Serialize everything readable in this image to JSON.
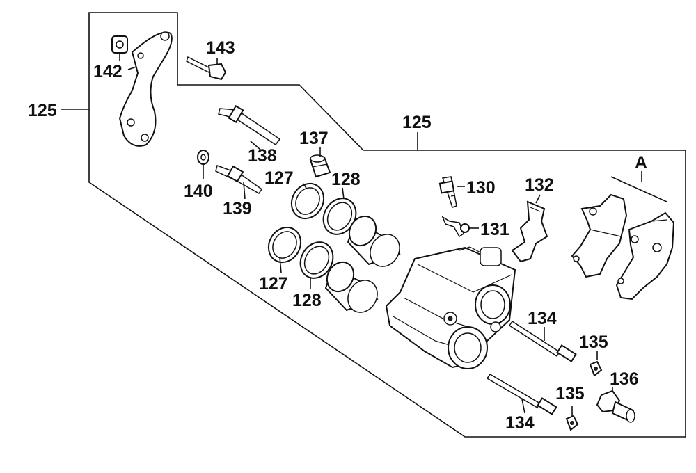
{
  "labels": {
    "assembly_left": "125",
    "assembly_top": "125",
    "p127_top": "127",
    "p127_bottom": "127",
    "p128_top": "128",
    "p128_bottom": "128",
    "p130": "130",
    "p131": "131",
    "p132": "132",
    "p134_top": "134",
    "p134_bottom": "134",
    "p135_top": "135",
    "p135_bottom": "135",
    "p136": "136",
    "p137": "137",
    "p138": "138",
    "p139": "139",
    "p140": "140",
    "p142": "142",
    "p143": "143",
    "pad_set": "A"
  }
}
